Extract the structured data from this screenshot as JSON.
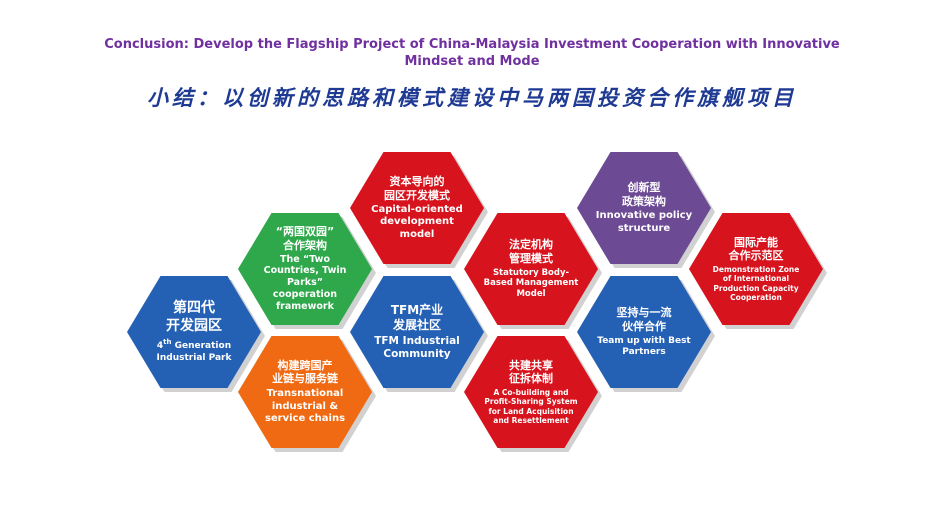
{
  "title_en": "Conclusion: Develop the Flagship Project of China-Malaysia Investment Cooperation with Innovative Mindset and Mode",
  "title_cn": "小结：以创新的思路和模式建设中马两国投资合作旗舰项目",
  "colors": {
    "title_en": "#7030a0",
    "title_cn": "#1f3a93",
    "blue": "#2461b5",
    "green": "#2ea84a",
    "red": "#d7141e",
    "orange": "#ef6a12",
    "purple": "#6c4a94"
  },
  "hexagons": {
    "fourth_gen": {
      "cn": "第四代\n开发园区",
      "en_pre": "4",
      "en_sup": "th",
      "en_post": " Generation\nIndustrial Park"
    },
    "two_parks": {
      "cn": "“两国双园”\n合作架构",
      "en": "The  “Two\nCountries, Twin\nParks”\ncooperation\nframework"
    },
    "transnational": {
      "cn": "构建跨国产\n业链与服务链",
      "en": "Transnational\nindustrial &\nservice chains"
    },
    "capital": {
      "cn": "资本导向的\n园区开发模式",
      "en": "Capital-oriented\ndevelopment\nmodel"
    },
    "tfm": {
      "cn": "TFM产业\n发展社区",
      "en": "TFM Industrial\nCommunity"
    },
    "statutory": {
      "cn": "法定机构\n管理模式",
      "en": "Statutory Body-\nBased Management\nModel"
    },
    "cobuilding": {
      "cn": "共建共享\n征拆体制",
      "en": "A Co-building and\nProfit-Sharing System\nfor Land Acquisition\nand Resettlement"
    },
    "policy": {
      "cn": "创新型\n政策架构",
      "en": "Innovative policy\nstructure"
    },
    "partners": {
      "cn": "坚持与一流\n伙伴合作",
      "en": "Team up with Best\nPartners"
    },
    "demo_zone": {
      "cn": "国际产能\n合作示范区",
      "en": "Demonstration Zone\nof International\nProduction Capacity\nCooperation"
    }
  }
}
